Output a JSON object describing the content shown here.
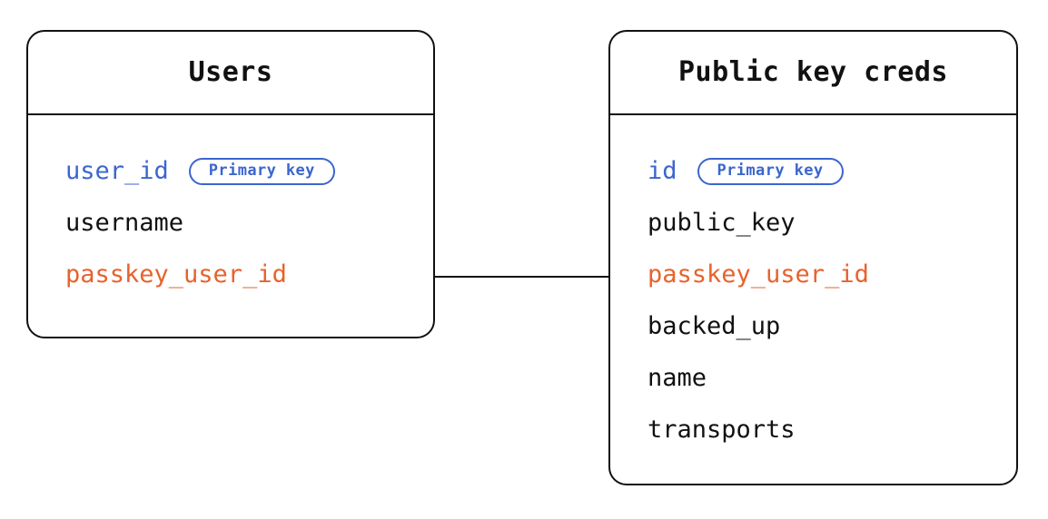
{
  "diagram": {
    "type": "entity-relationship",
    "background_color": "#ffffff",
    "colors": {
      "primary_key": "#3B66CF",
      "foreign_key": "#E8622C",
      "text": "#111111",
      "border": "#111111"
    },
    "entities": [
      {
        "id": "users",
        "title": "Users",
        "fields": [
          {
            "name": "user_id",
            "role": "primary_key",
            "badge": "Primary key"
          },
          {
            "name": "username",
            "role": "plain",
            "badge": null
          },
          {
            "name": "passkey_user_id",
            "role": "foreign_key",
            "badge": null
          }
        ]
      },
      {
        "id": "public_key_creds",
        "title": "Public key creds",
        "fields": [
          {
            "name": "id",
            "role": "primary_key",
            "badge": "Primary key"
          },
          {
            "name": "public_key",
            "role": "plain",
            "badge": null
          },
          {
            "name": "passkey_user_id",
            "role": "foreign_key",
            "badge": null
          },
          {
            "name": "backed_up",
            "role": "plain",
            "badge": null
          },
          {
            "name": "name",
            "role": "plain",
            "badge": null
          },
          {
            "name": "transports",
            "role": "plain",
            "badge": null
          }
        ]
      }
    ],
    "relationships": [
      {
        "from_entity": "users",
        "from_field": "passkey_user_id",
        "to_entity": "public_key_creds",
        "to_field": "passkey_user_id",
        "style": "straight-line",
        "label": ""
      }
    ]
  }
}
